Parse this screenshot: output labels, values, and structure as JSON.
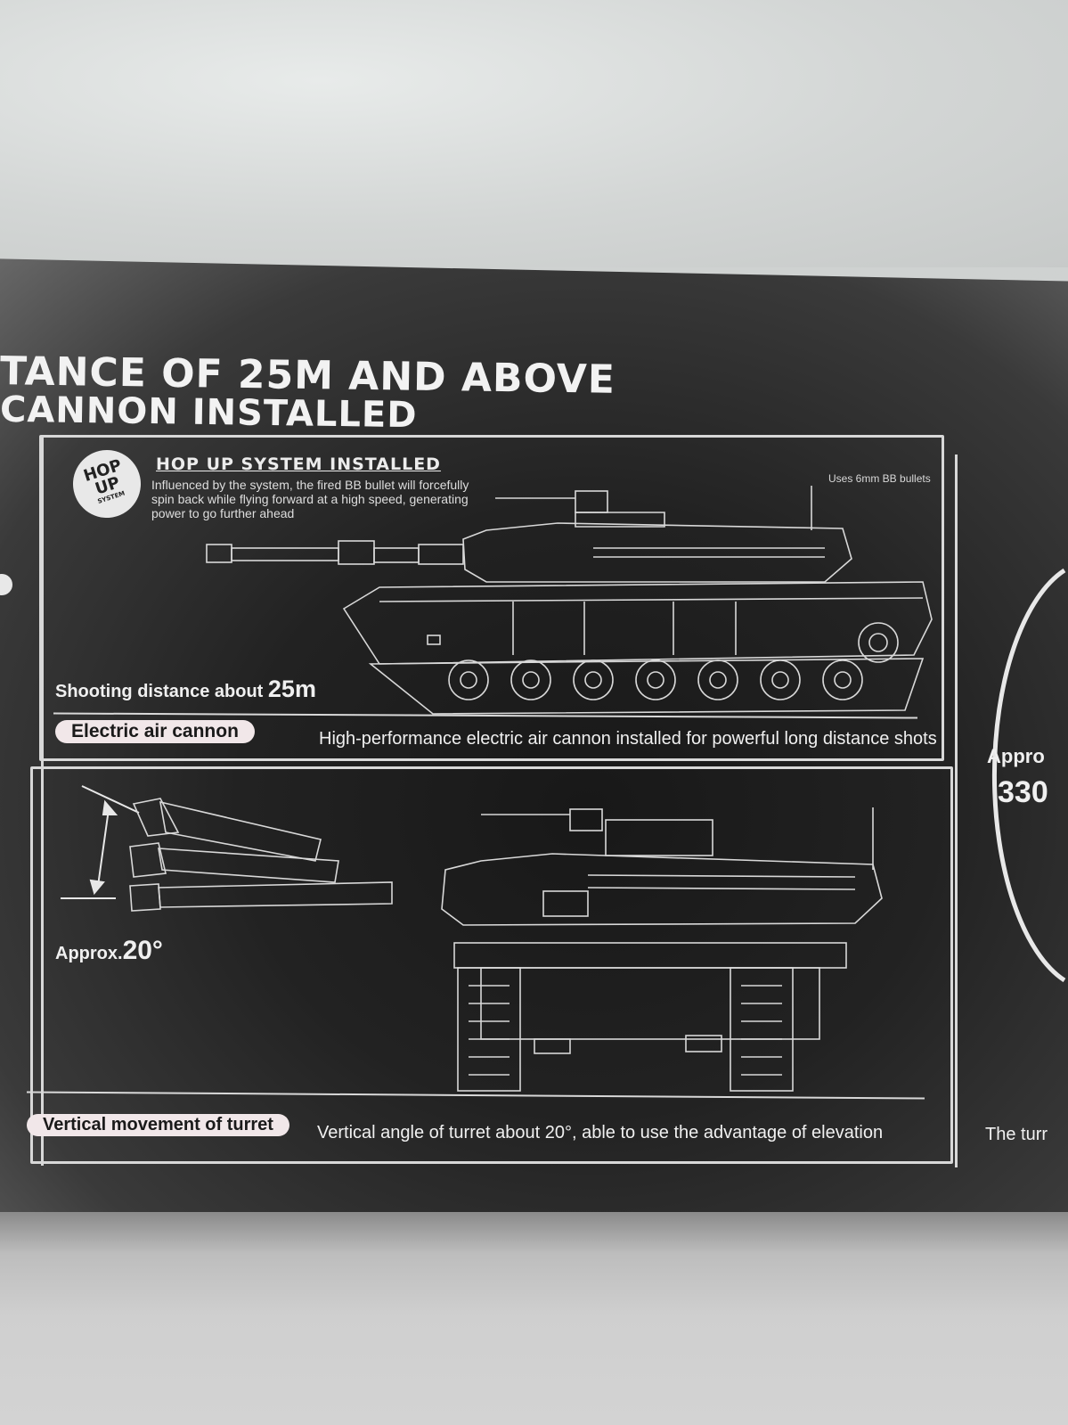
{
  "headline": {
    "line1": "TANCE OF 25M AND ABOVE",
    "line2": "CANNON INSTALLED"
  },
  "hop_up": {
    "badge_line1": "HOP",
    "badge_line2": "UP",
    "badge_line3": "SYSTEM",
    "title": "HOP UP SYSTEM INSTALLED",
    "description": "Influenced by the system, the fired BB bullet will forcefully spin back while flying forward at a high speed, generating power to go further ahead"
  },
  "bb_note": "Uses 6mm BB bullets",
  "shooting": {
    "label": "Shooting distance about",
    "value": "25m"
  },
  "cannon_feature": {
    "pill": "Electric air cannon",
    "description": "High-performance electric air cannon installed for powerful long distance shots"
  },
  "turret_angle": {
    "prefix": "Approx.",
    "value": "20°"
  },
  "turret_feature": {
    "pill": "Vertical movement of turret",
    "description": "Vertical angle of turret about 20°, able to use the advantage of elevation"
  },
  "right_panel": {
    "approx": "Appro",
    "number": "330",
    "turret_text": "The turr"
  },
  "colors": {
    "panel_dark": "#1c1c1c",
    "line_art": "#d8d8d8",
    "pill_bg": "#f1e7e9"
  }
}
